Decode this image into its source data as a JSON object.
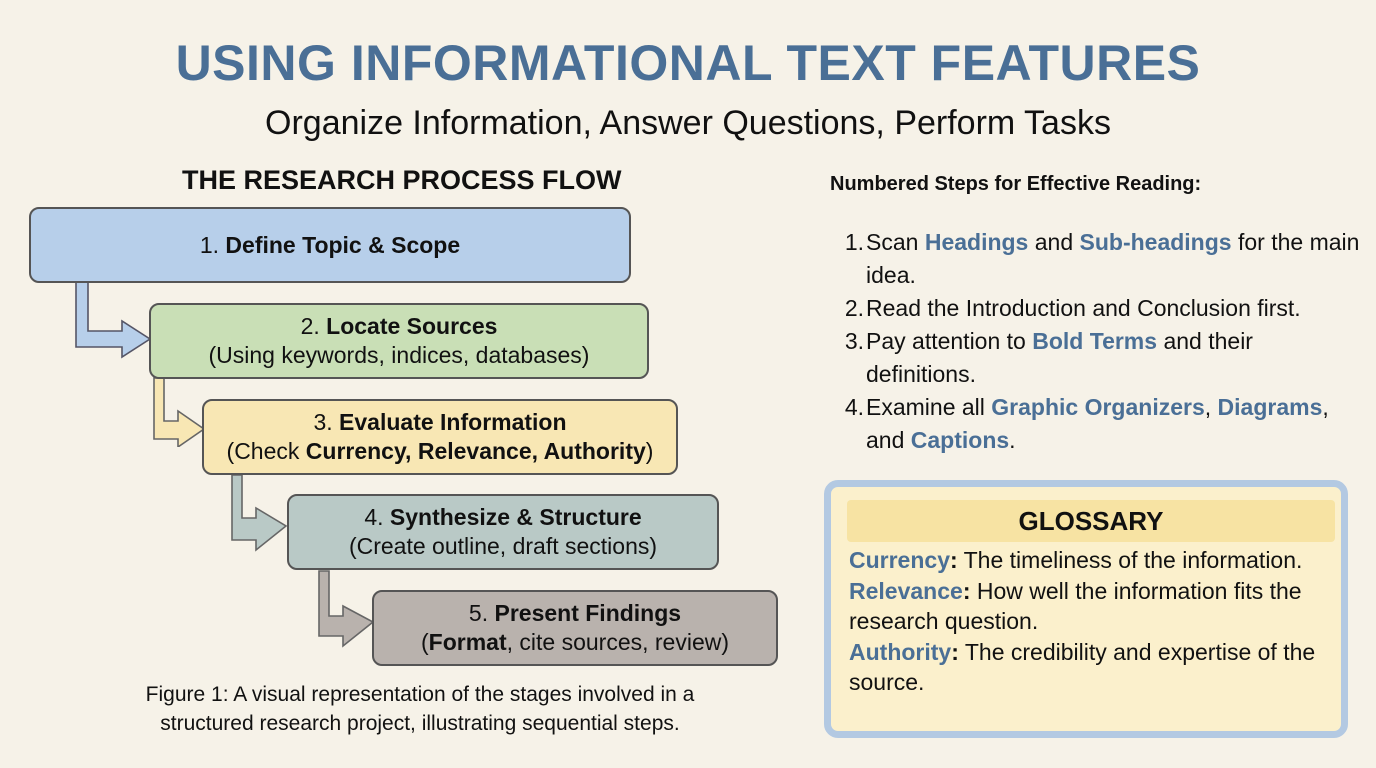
{
  "header": {
    "title": "USING INFORMATIONAL TEXT FEATURES",
    "subtitle": "Organize Information, Answer Questions, Perform Tasks"
  },
  "flow": {
    "heading": "THE RESEARCH PROCESS FLOW",
    "steps": [
      {
        "num": "1.",
        "label": "Define Topic & Scope",
        "color": "#b7cfea"
      },
      {
        "num": "2.",
        "label": "Locate Sources",
        "detail": "(Using keywords, indices, databases)",
        "color": "#c9dfb6"
      },
      {
        "num": "3.",
        "label": "Evaluate Information",
        "detail_prefix": "(Check ",
        "detail_bold": "Currency, Relevance, Authority",
        "detail_suffix": ")",
        "color": "#f8e7b4"
      },
      {
        "num": "4.",
        "label": "Synthesize & Structure",
        "detail": "(Create outline, draft sections)",
        "color": "#b9c9c6"
      },
      {
        "num": "5.",
        "label": "Present Findings",
        "detail_prefix": "(",
        "detail_bold": "Format",
        "detail_suffix": ", cite sources, review)",
        "color": "#b9b2ad"
      }
    ],
    "caption_line1": "Figure 1: A visual representation of the stages involved in a",
    "caption_line2": "structured research project, illustrating sequential steps."
  },
  "reading": {
    "heading": "Numbered Steps for Effective Reading:",
    "items": [
      {
        "n": "1.",
        "p1": "Scan ",
        "h1": "Headings",
        "p2": " and ",
        "h2": "Sub-headings",
        "p3": " for the main idea."
      },
      {
        "n": "2.",
        "p1": "Read the Introduction and Conclusion first."
      },
      {
        "n": "3.",
        "p1": "Pay attention to ",
        "h1": "Bold Terms",
        "p2": " and their definitions."
      },
      {
        "n": "4.",
        "p1": "Examine all ",
        "h1": "Graphic Organizers",
        "p2": ", ",
        "h2": "Diagrams",
        "p3": ", and ",
        "h3": "Captions",
        "p4": "."
      }
    ]
  },
  "glossary": {
    "title": "GLOSSARY",
    "entries": [
      {
        "term": "Currency",
        "colon": ":",
        "definition": " The timeliness of the information."
      },
      {
        "term": "Relevance",
        "colon": ":",
        "definition": " How well the information fits the research question."
      },
      {
        "term": "Authority",
        "colon": ":",
        "definition": " The credibility and expertise of the source."
      }
    ]
  },
  "colors": {
    "title_blue": "#4a6f96",
    "background": "#f6f2e8",
    "glossary_border": "#b3c9e2",
    "glossary_fill": "#fbf0cc"
  }
}
